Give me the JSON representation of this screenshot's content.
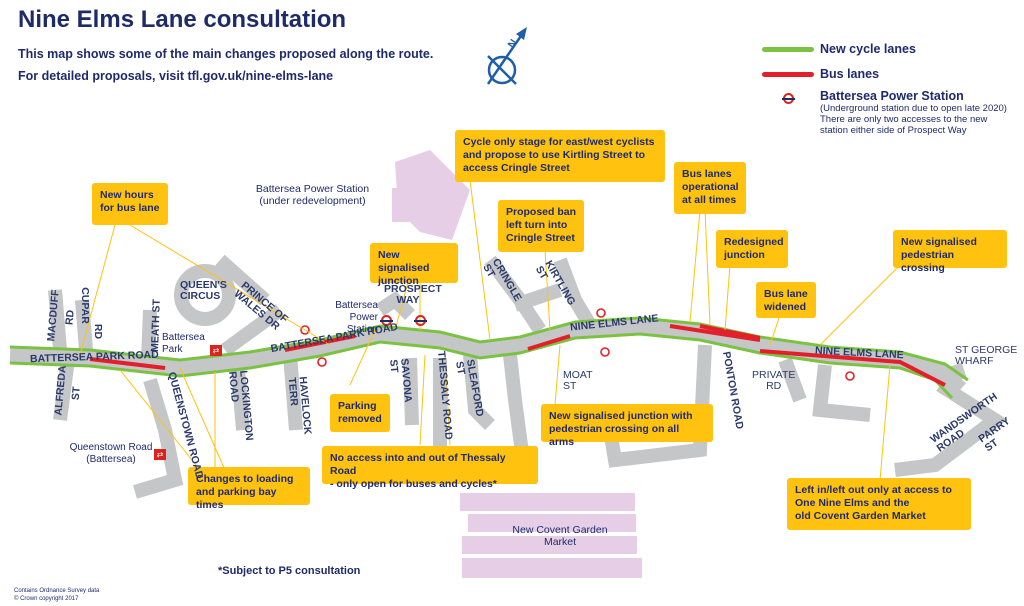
{
  "title": "Nine Elms Lane consultation",
  "subtitle_line1": "This map shows some of the main changes proposed along the route.",
  "subtitle_line2_prefix": "For detailed proposals, visit ",
  "subtitle_link": "tfl.gov.uk/nine-elms-lane",
  "legend": {
    "cycle": "New cycle lanes",
    "bus": "Bus lanes",
    "station": "Battersea Power Station",
    "station_note1": "(Underground station due to open late 2020)",
    "station_note2": "There are only two accesses to the new",
    "station_note3": "station either side of Prospect Way",
    "cycle_color": "#7cc242",
    "bus_color": "#e3202a"
  },
  "callouts": {
    "bus_hours1": "New hours",
    "bus_hours2": "for bus lane",
    "signal1": "New signalised",
    "signal2": "junction",
    "cycle_stage1": "Cycle only stage for east/west cyclists",
    "cycle_stage2": "and propose to use Kirtling Street to",
    "cycle_stage3": "access Cringle Street",
    "ban1": "Proposed ban",
    "ban2": "left turn into",
    "ban3": "Cringle Street",
    "bus_op1": "Bus lanes",
    "bus_op2": "operational",
    "bus_op3": "at all times",
    "redesigned1": "Redesigned",
    "redesigned2": "junction",
    "widened1": "Bus lane",
    "widened2": "widened",
    "ped1": "New signalised",
    "ped2": "pedestrian crossing",
    "parking1": "Parking",
    "parking2": "removed",
    "thessaly1": "No access into and out of Thessaly Road",
    "thessaly2": "- only open for buses and cycles*",
    "ped_junc1": "New signalised junction with",
    "ped_junc2": "pedestrian crossing on all arms",
    "loading1": "Changes to loading",
    "loading2": "and parking bay times",
    "leftin1": "Left in/left out only at access to",
    "leftin2": "One Nine Elms and the",
    "leftin3": "old Covent Garden Market"
  },
  "places": {
    "bps_redev1": "Battersea Power Station",
    "bps_redev2": "(under redevelopment)",
    "bps_station1": "Battersea",
    "bps_station2": "Power Station",
    "battersea_park1": "Battersea",
    "battersea_park2": "Park",
    "queenstown1": "Queenstown Road",
    "queenstown2": "(Battersea)",
    "ncgm1": "New Covent Garden",
    "ncgm2": "Market",
    "st_george1": "ST GEORGE",
    "st_george2": "WHARF"
  },
  "roads": {
    "battersea_park_road": "BATTERSEA PARK ROAD",
    "battersea_park_road2": "BATTERSEA PARK ROAD",
    "nine_elms_lane": "NINE ELMS LANE",
    "nine_elms_lane2": "NINE ELMS LANE",
    "macduff": "MACDUFF",
    "rd1": "RD",
    "cupar": "CUPAR",
    "rd2": "RD",
    "alfreda": "ALFREDA",
    "st1": "ST",
    "meath": "MEATH ST",
    "queens_circus1": "QUEEN'S",
    "queens_circus2": "CIRCUS",
    "prince1": "PRINCE OF",
    "prince2": "WALES DR",
    "queenstown_road": "QUEENSTOWN ROAD",
    "lockington1": "LOCKINGTON",
    "lockington2": "ROAD",
    "havelock1": "HAVELOCK",
    "havelock2": "TERR",
    "prospect1": "PROSPECT",
    "prospect2": "WAY",
    "savona1": "SAVONA",
    "savona2": "ST",
    "thessaly": "THESSALY ROAD",
    "sleaford1": "SLEAFORD",
    "sleaford2": "ST",
    "cringle1": "CRINGLE",
    "cringle2": "ST",
    "kirtling1": "KIRTLING",
    "kirtling2": "ST",
    "moat1": "MOAT",
    "moat2": "ST",
    "ponton": "PONTON ROAD",
    "private1": "PRIVATE",
    "private2": "RD",
    "wandsworth1": "WANDSWORTH",
    "wandsworth2": "ROAD",
    "parry1": "PARRY",
    "parry2": "ST"
  },
  "footnote": "*Subject to P5 consultation",
  "copyright1": "Contains Ordnance Survey data",
  "copyright2": "© Crown copyright 2017",
  "compass_letter": "N"
}
